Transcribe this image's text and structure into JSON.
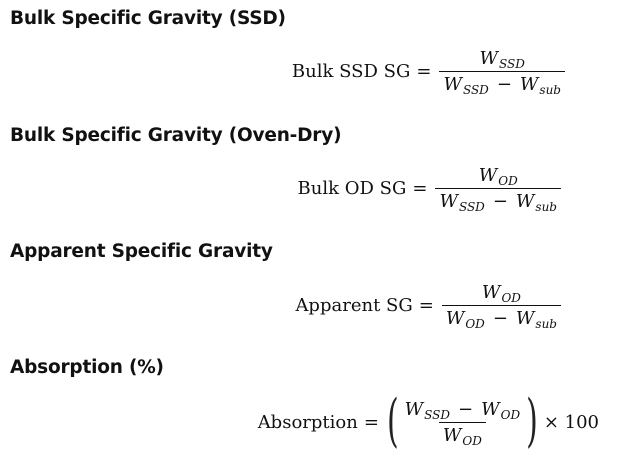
{
  "sections": [
    {
      "heading": "Bulk Specific Gravity (SSD)",
      "lhs": "Bulk SSD SG",
      "numerator": {
        "var": "W",
        "sub": "SSD"
      },
      "denominator": {
        "a_var": "W",
        "a_sub": "SSD",
        "op": "−",
        "b_var": "W",
        "b_sub": "sub"
      }
    },
    {
      "heading": "Bulk Specific Gravity (Oven-Dry)",
      "lhs": "Bulk OD SG",
      "numerator": {
        "var": "W",
        "sub": "OD"
      },
      "denominator": {
        "a_var": "W",
        "a_sub": "SSD",
        "op": "−",
        "b_var": "W",
        "b_sub": "sub"
      }
    },
    {
      "heading": "Apparent Specific Gravity",
      "lhs": "Apparent SG",
      "numerator": {
        "var": "W",
        "sub": "OD"
      },
      "denominator": {
        "a_var": "W",
        "a_sub": "OD",
        "op": "−",
        "b_var": "W",
        "b_sub": "sub"
      }
    },
    {
      "heading": "Absorption (%)",
      "lhs": "Absorption",
      "numerator": {
        "a_var": "W",
        "a_sub": "SSD",
        "op": "−",
        "b_var": "W",
        "b_sub": "OD"
      },
      "denominator": {
        "var": "W",
        "sub": "OD"
      },
      "multiplier": "× 100"
    }
  ],
  "symbols": {
    "equals": "=",
    "paren_open": "(",
    "paren_close": ")"
  }
}
